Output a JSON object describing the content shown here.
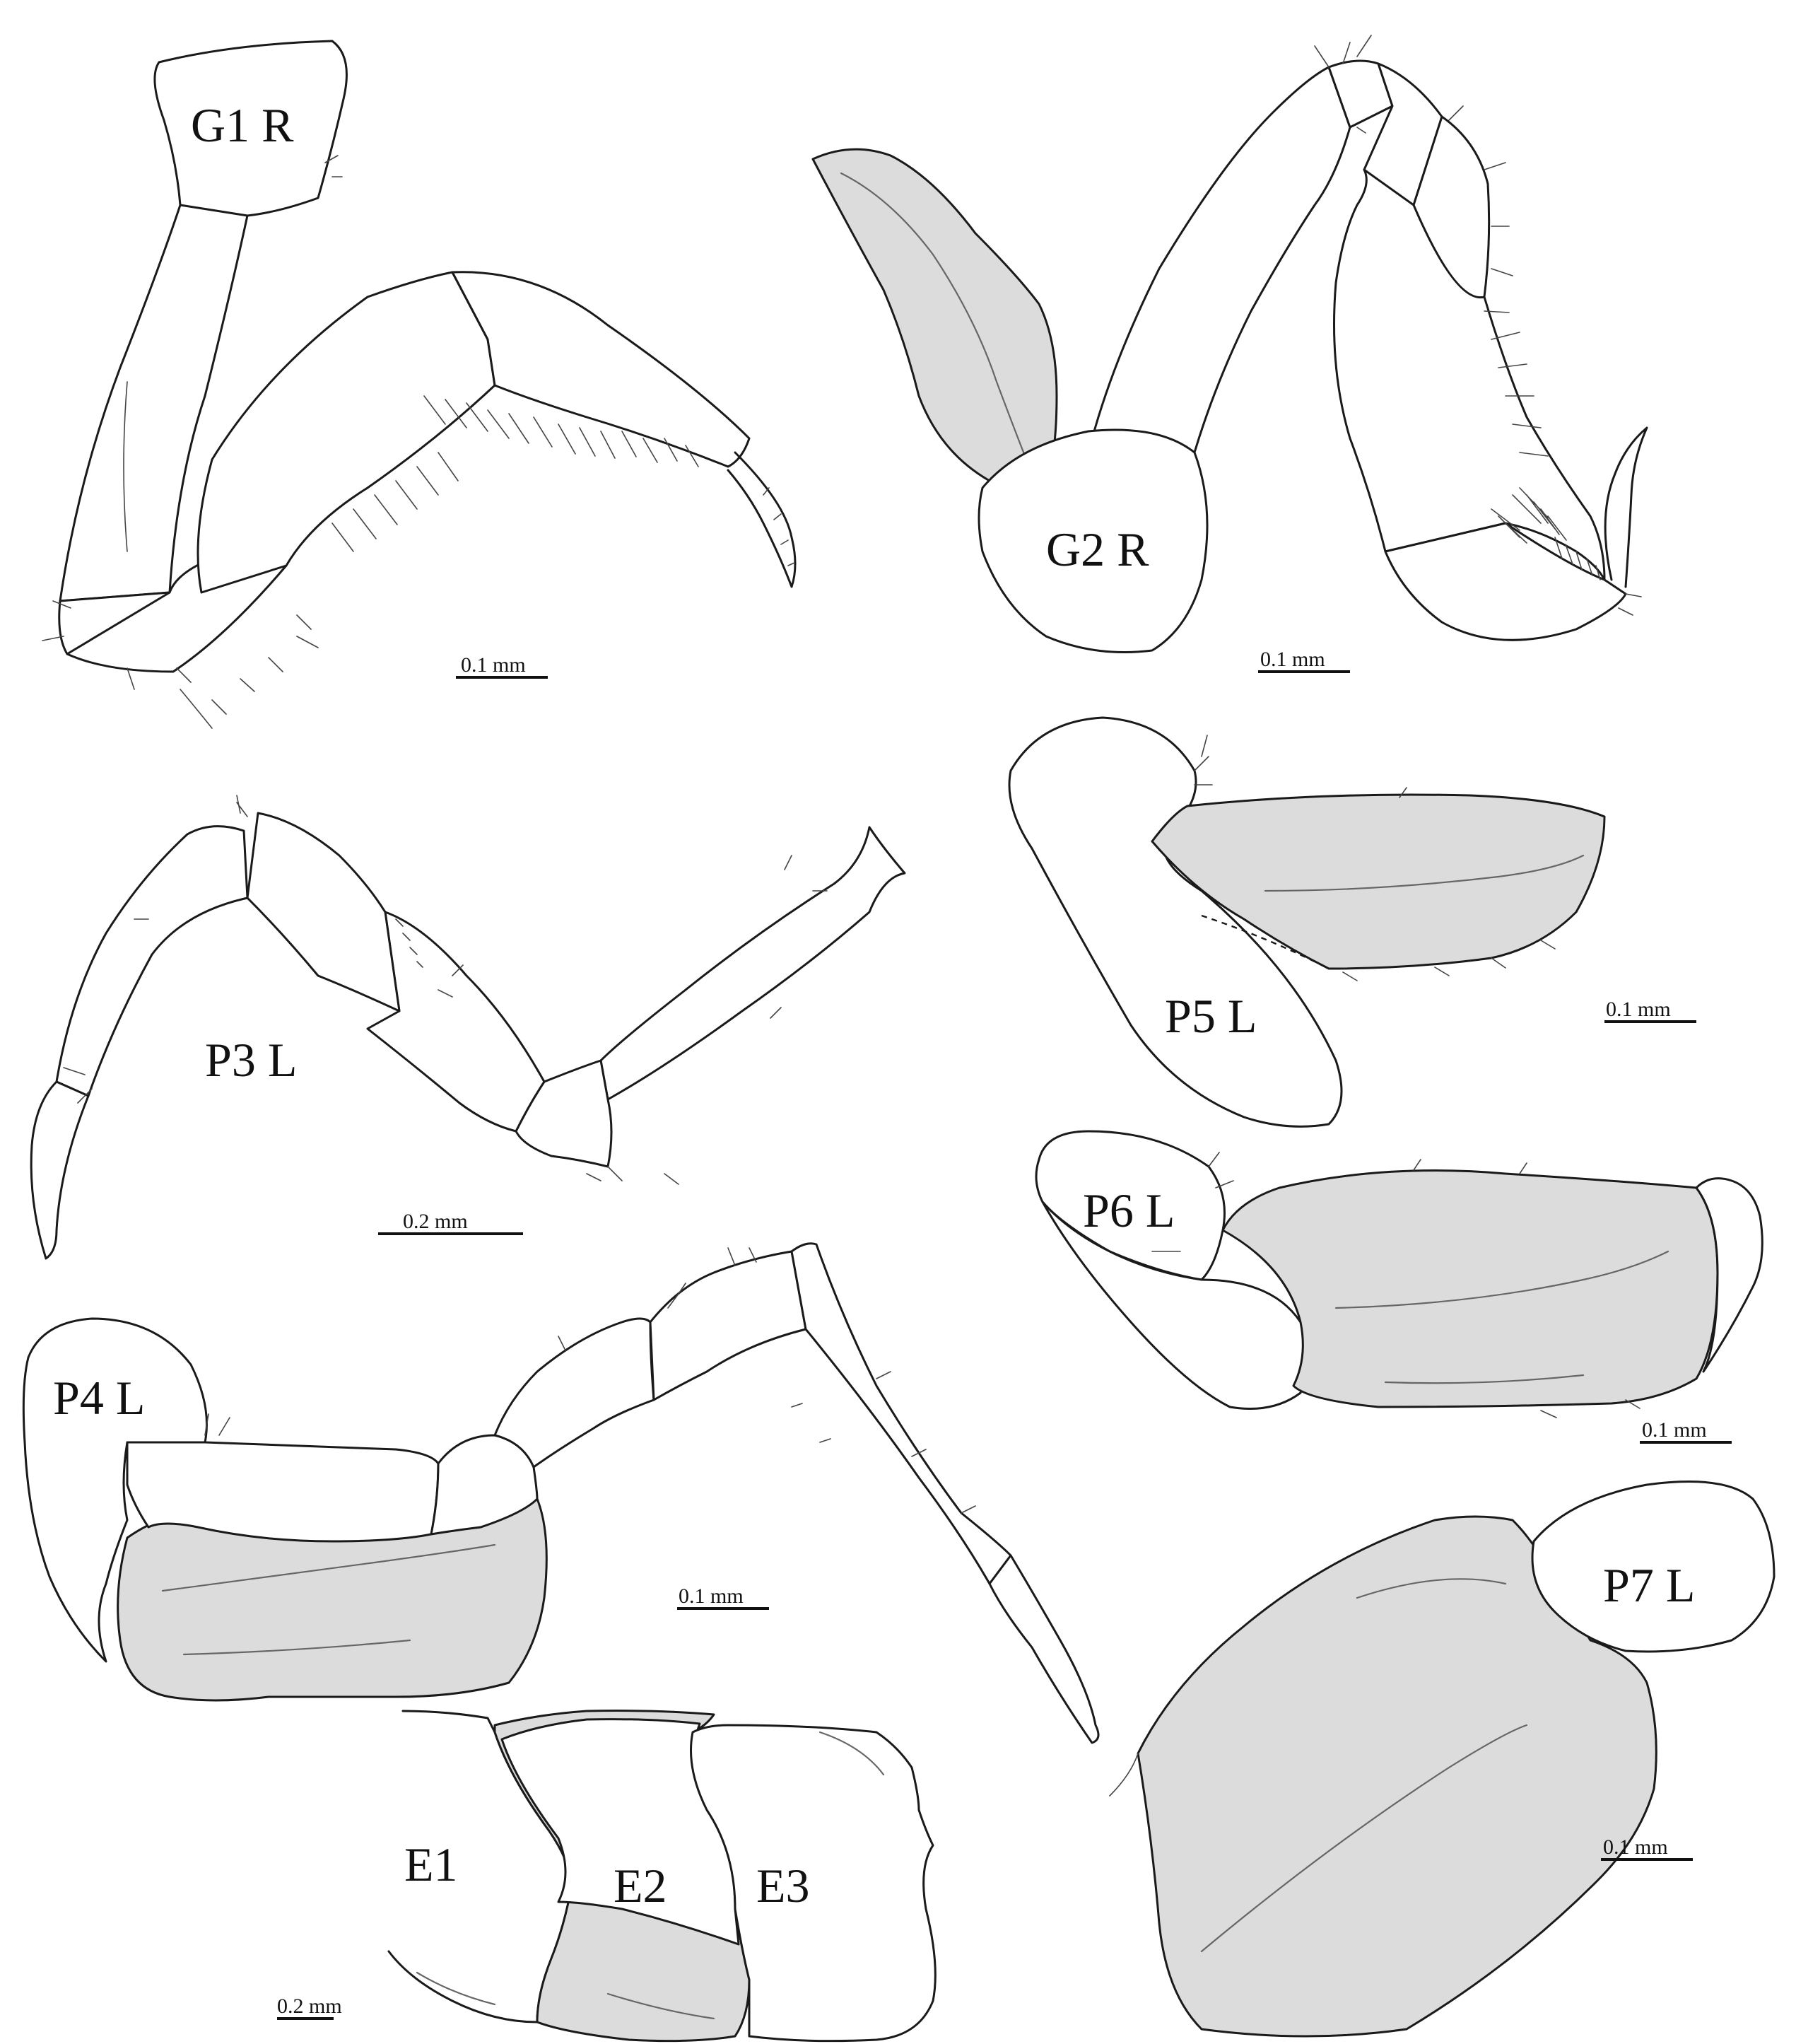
{
  "figure": {
    "panels": [
      {
        "id": "g1",
        "label": "G1 R",
        "scale": "0.1 mm"
      },
      {
        "id": "g2",
        "label": "G2 R",
        "scale": "0.1 mm"
      },
      {
        "id": "p3",
        "label": "P3 L",
        "scale": "0.2 mm"
      },
      {
        "id": "p5",
        "label": "P5 L",
        "scale": "0.1 mm"
      },
      {
        "id": "p6",
        "label": "P6 L",
        "scale": "0.1 mm"
      },
      {
        "id": "p4",
        "label": "P4 L",
        "scale": "0.1 mm"
      },
      {
        "id": "p7",
        "label": "P7 L",
        "scale": "0.1 mm"
      },
      {
        "id": "epimera",
        "labels": [
          "E1",
          "E2",
          "E3"
        ],
        "scale": "0.2 mm"
      }
    ]
  }
}
